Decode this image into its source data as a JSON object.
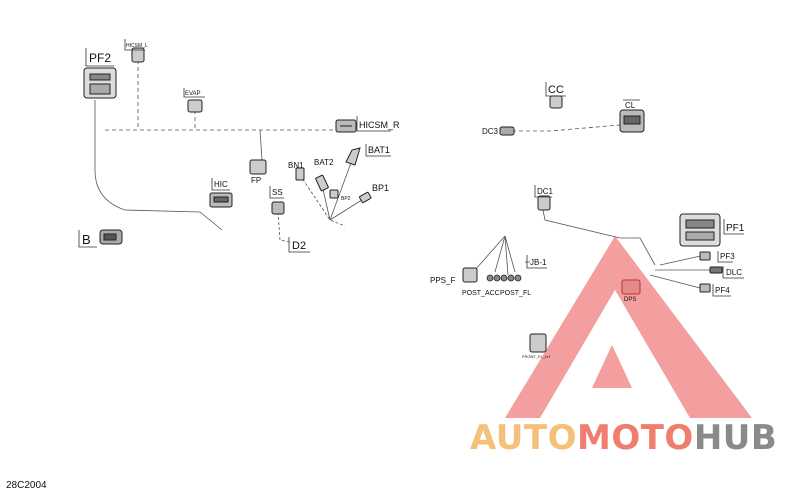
{
  "connectors": {
    "pf2": "PF2",
    "hicsm_l": "HICSM_L",
    "evap": "EVAP",
    "hicsm_r": "HICSM_R",
    "bat1": "BAT1",
    "bn1": "BN1",
    "bat2": "BAT2",
    "fp": "FP",
    "hic": "HIC",
    "ss": "SS",
    "bp2": "BP2",
    "bp1": "BP1",
    "b": "B",
    "d2": "D2",
    "cc": "CC",
    "cl": "CL",
    "dc3": "DC3",
    "dc1": "DC1",
    "pf1": "PF1",
    "jb1": "JB-1",
    "pps_f": "PPS_F",
    "post_acc": "POST_ACC",
    "post_fl": "POST_FL",
    "pf3": "PF3",
    "dlc": "DLC",
    "dps": "DPS",
    "pf4": "PF4",
    "front_fl_lh": "FRONT_FL_LH"
  },
  "watermark": {
    "auto": "AUTO",
    "moto": "MOTO",
    "hub": "HUB",
    "colors": {
      "triangle": "#f08080",
      "auto": "#f5c07a",
      "moto": "#ef7e6e",
      "hub": "#8a8a8a"
    }
  },
  "figure_id": "28C2004"
}
